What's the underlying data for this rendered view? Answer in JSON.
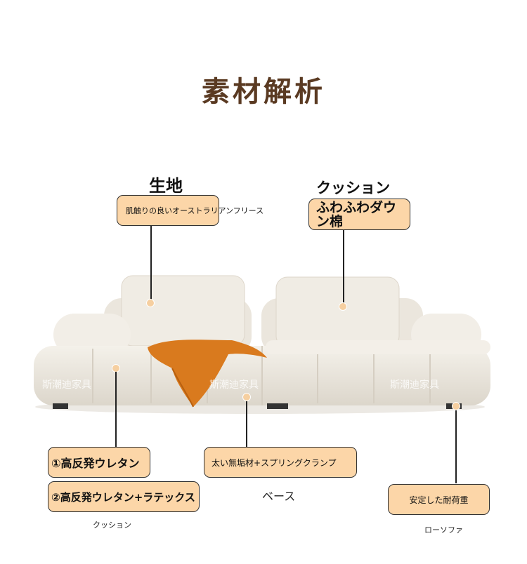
{
  "title": "素材解析",
  "fabric": {
    "heading": "生地",
    "label": "肌触りの良いオーストラリアンフリース"
  },
  "cushion_top": {
    "heading": "クッション",
    "label": "ふわふわダウン棉"
  },
  "cushion_bottom": {
    "label1": "①高反発ウレタン",
    "label2": "②高反発ウレタン+ラテックス",
    "caption": "クッション"
  },
  "base": {
    "label": "太い無垢材+スプリングクランプ",
    "caption": "ベース"
  },
  "low_sofa": {
    "label": "安定した耐荷重",
    "caption": "ローソファ"
  },
  "watermarks": [
    "斯潮迪家具",
    "斯潮迪家具",
    "斯潮迪家具"
  ]
}
